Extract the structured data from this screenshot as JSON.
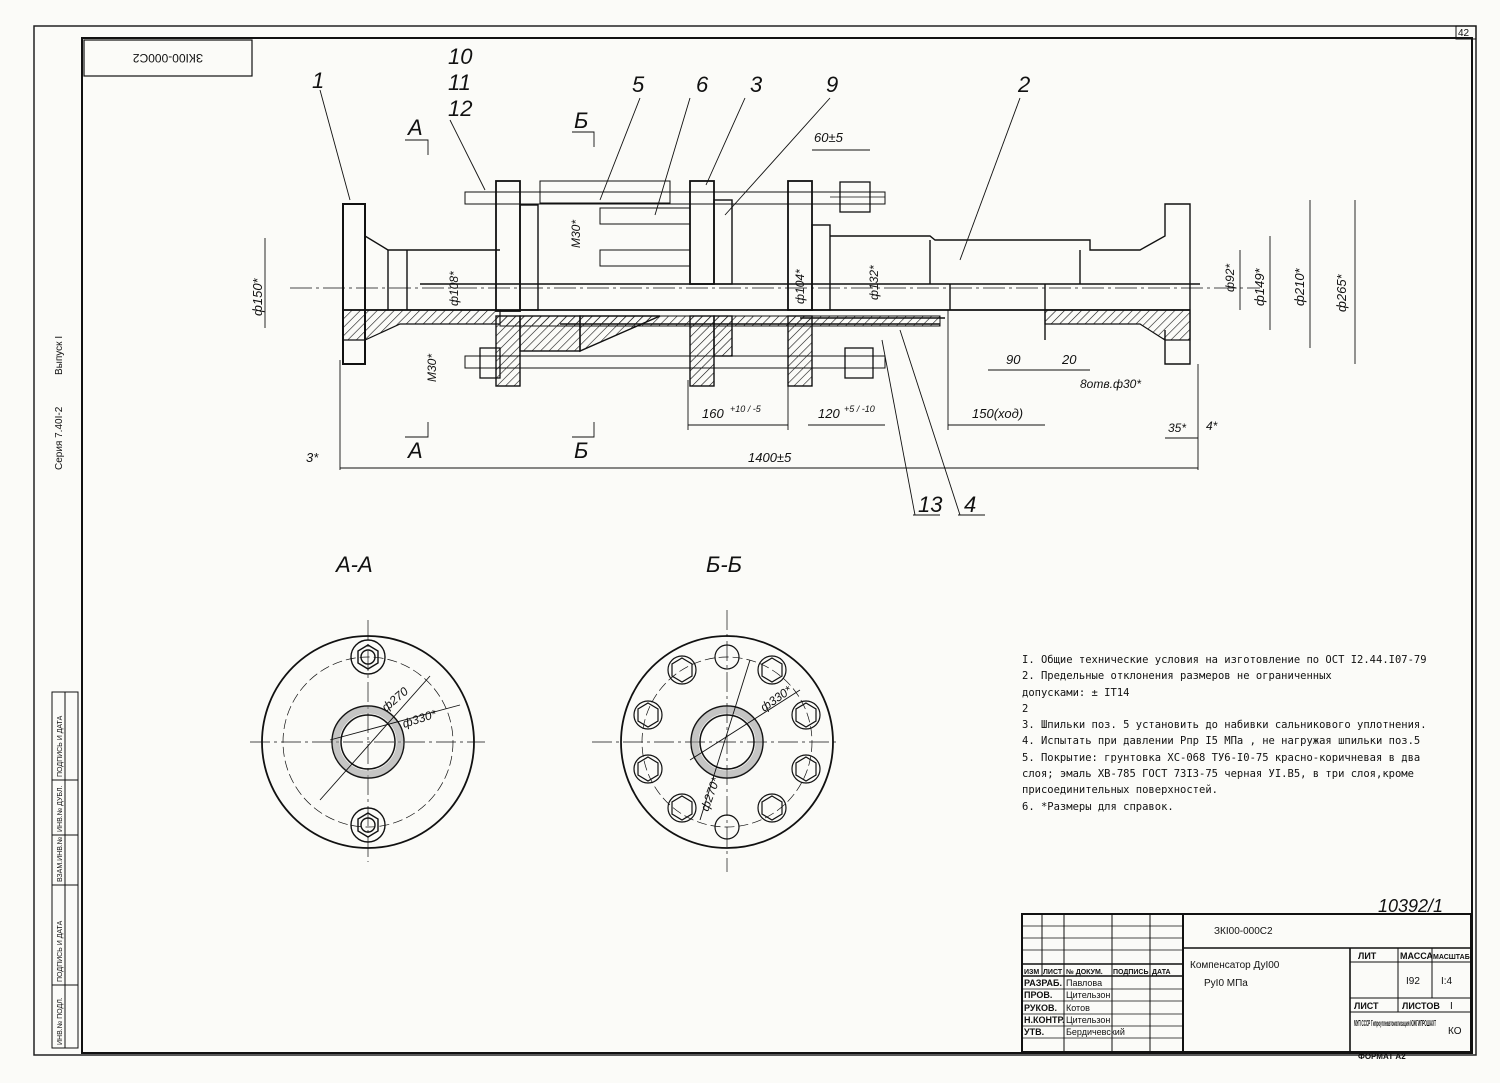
{
  "sheet": {
    "sheet_no": "42",
    "code_stamp": "ЗКI00-000С2",
    "side_series": "Серия 7.40I-2",
    "side_issue": "Выпуск I",
    "archive_no": "10392/1",
    "format": "ФОРМАТ А2"
  },
  "callouts": {
    "c1": "1",
    "c2": "2",
    "c3": "3",
    "c4": "4",
    "c5": "5",
    "c6": "6",
    "c9": "9",
    "c10": "10",
    "c11": "11",
    "c12": "12",
    "c13": "13"
  },
  "sections": {
    "a_mark": "А",
    "b_mark": "Б",
    "aa_title": "А-А",
    "bb_title": "Б-Б"
  },
  "dims": {
    "d60": "60±5",
    "dM30a": "М30*",
    "dM30b": "М30*",
    "d150": "ф150*",
    "d108": "ф108*",
    "d104": "ф104*",
    "d132": "ф132*",
    "d92": "ф92*",
    "d149": "ф149*",
    "d210": "ф210*",
    "d265": "ф265*",
    "d90": "90",
    "d20": "20",
    "d8holes": "8отв.ф30*",
    "d160": "160",
    "d160tol": "+10 / -5",
    "d120": "120",
    "d120tol": "+5 / -10",
    "d150stroke": "150(ход)",
    "d35": "35*",
    "d4": "4*",
    "d3": "3*",
    "d1400": "1400±5",
    "d270a": "ф270",
    "d330a": "ф330*",
    "d330b": "ф330*",
    "d270b": "ф270*"
  },
  "notes": [
    "I. Общие технические условия на изготовление по ОСТ I2.44.I07-79",
    "2. Предельные отклонения размеров не ограниченных",
    "    допусками:  ± IT14",
    "                        2",
    "3. Шпильки поз. 5 установить до набивки  сальникового уплотнения.",
    "4. Испытать при давлении Рпр  I5 МПа    , не нагружая шпильки поз.5",
    "5. Покрытие: грунтовка  ХС-068 ТУ6-I0-75 красно-коричневая в два",
    "    слоя; эмаль ХВ-785 ГОСТ 73I3-75 черная УI.В5, в три слоя,кроме",
    "    присоединительных поверхностей.",
    "6. *Размеры для справок."
  ],
  "title_block": {
    "doc_code": "ЗКI00-000С2",
    "name_line1": "Компенсатор ДуI00",
    "name_line2": "РуI0 МПа",
    "col_headers": [
      "ИЗМ",
      "ЛИСТ",
      "№ ДОКУМ.",
      "ПОДПИСЬ",
      "ДАТА"
    ],
    "roles": [
      {
        "role": "РАЗРАБ.",
        "name": "Павлова"
      },
      {
        "role": "ПРОВ.",
        "name": "Цительзон"
      },
      {
        "role": "РУКОВ.",
        "name": "Котов"
      },
      {
        "role": "Н.КОНТР.",
        "name": "Цительзон"
      },
      {
        "role": "УТВ.",
        "name": "Бердичевский"
      }
    ],
    "lit_label": "ЛИТ",
    "mass_label": "МАССА",
    "scale_label": "МАСШТАБ",
    "mass": "I92",
    "scale": "I:4",
    "sheet_label": "ЛИСТ",
    "sheets_label": "ЛИСТОВ",
    "sheets": "I",
    "org": "МУП СССР Гипроуглеавтоматизация ЮЖГИПРОШАХТ",
    "org_code": "КО"
  },
  "side_stamp": [
    "ИНВ.№ ПОДЛ.",
    "ПОДПИСЬ И ДАТА",
    "ВЗАМ.ИНВ.№",
    "ИНВ.№ ДУБЛ.",
    "ПОДПИСЬ И ДАТА"
  ]
}
